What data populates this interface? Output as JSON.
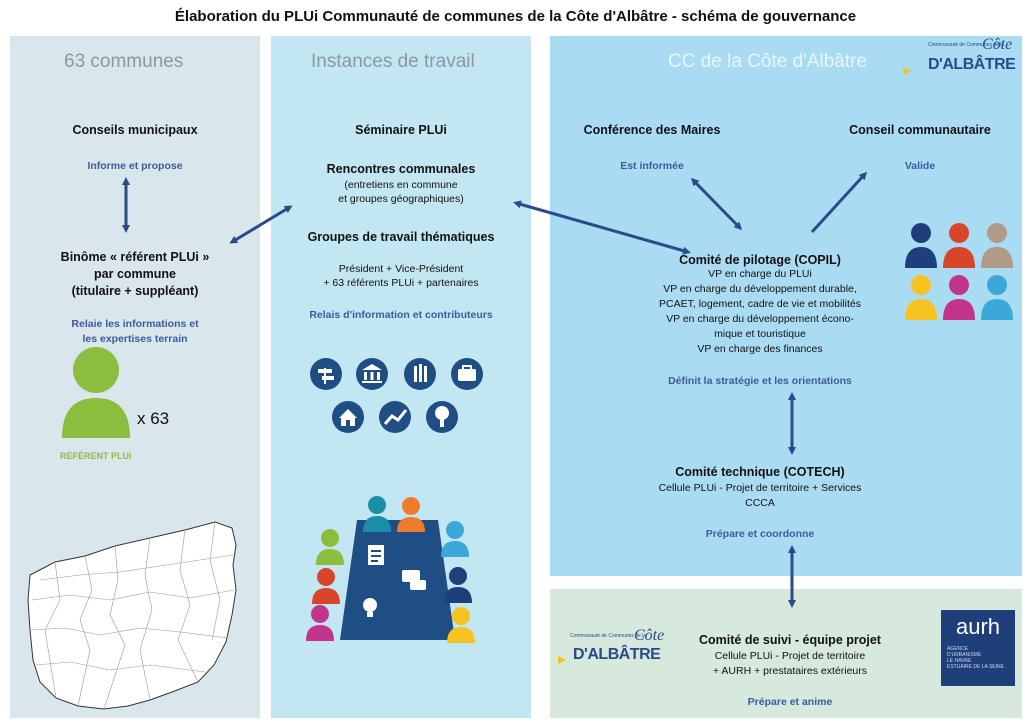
{
  "title": "Élaboration du PLUi Communauté de communes de la Côte d'Albâtre - schéma de gouvernance",
  "panel1": {
    "heading": "63 communes",
    "conseils": "Conseils municipaux",
    "conseils_role": "Informe et propose",
    "binome_l1": "Binôme « référent PLUi »",
    "binome_l2": "par commune",
    "binome_l3": "(titulaire + suppléant)",
    "relaie_l1": "Relaie les informations et",
    "relaie_l2": "les expertises terrain",
    "count": "x 63",
    "referent": "RÉFÉRENT PLUi"
  },
  "panel2": {
    "heading": "Instances de travail",
    "seminaire": "Séminaire PLUi",
    "rencontres": "Rencontres communales",
    "rencontres_l2": "(entretiens en commune",
    "rencontres_l3": "et groupes géographiques)",
    "groupes": "Groupes de travail thématiques",
    "members_l1": "Président + Vice-Président",
    "members_l2": "+ 63 référents PLUi + partenaires",
    "relais": "Relais d'information et contributeurs"
  },
  "panel3": {
    "heading": "CC de la Côte d'Albâtre",
    "logo_small": "Communauté de Communes de la",
    "logo_cote": "Côte",
    "logo_main": "D'ALBÂTRE",
    "conference": "Conférence des Maires",
    "conference_role": "Est informée",
    "conseil": "Conseil communautaire",
    "conseil_role": "Valide",
    "copil": "Comité de pilotage (COPIL)",
    "copil_lines": [
      "VP en charge du PLUi",
      "VP en charge du développement durable,",
      "PCAET, logement, cadre de vie et mobilités",
      "VP en charge du développement écono-",
      "mique et touristique",
      "VP en charge des finances"
    ],
    "copil_role": "Définit la stratégie et les orientations",
    "cotech": "Comité technique (COTECH)",
    "cotech_l1": "Cellule PLUi - Projet de territoire + Services",
    "cotech_l2": "CCCA",
    "cotech_role": "Prépare et coordonne"
  },
  "panel4": {
    "logo_small": "Communauté de Communes de la",
    "logo_cote": "Côte",
    "logo_main": "D'ALBÂTRE",
    "suivi": "Comité de suivi - équipe projet",
    "suivi_l1": "Cellule PLUi - Projet de territoire",
    "suivi_l2": "+ AURH + prestataires extérieurs",
    "suivi_role": "Prépare et anime",
    "aurh": "aurh",
    "aurh_sub": [
      "AGENCE",
      "D'URBANISME",
      "LE HAVRE",
      "ESTUAIRE DE LA SEINE"
    ]
  },
  "colors": {
    "arrow": "#2a4a8c",
    "green_person": "#8cbd3e",
    "dark_blue": "#1f4e85",
    "teal": "#1b8fa6",
    "red": "#d9452b",
    "orange": "#ee7d2b",
    "yellow": "#f6c321",
    "magenta": "#c1348a",
    "sky": "#3aa8d8",
    "tan": "#b09a88"
  }
}
